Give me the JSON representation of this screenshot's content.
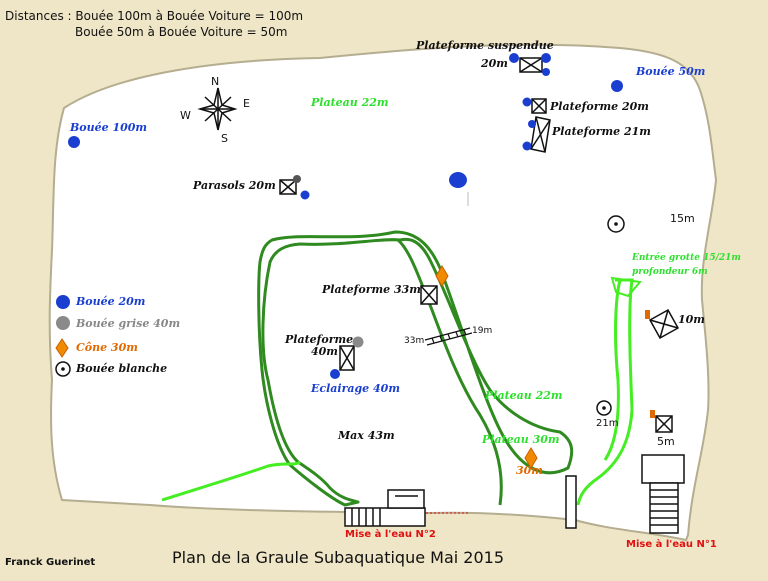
{
  "header": {
    "line1": "Distances : Bouée 100m à Bouée Voiture = 100m",
    "line2": "Bouée 50m à Bouée Voiture = 50m"
  },
  "compass": {
    "n": "N",
    "s": "S",
    "e": "E",
    "w": "W"
  },
  "labels": {
    "plateforme_suspendue": "Plateforme suspendue",
    "plateforme_suspendue_depth": "20m",
    "bouee_50m": "Bouée 50m",
    "plateau_22m_top": "Plateau 22m",
    "bouee_100m": "Bouée 100m",
    "plateforme_20m": "Plateforme 20m",
    "plateforme_21m": "Plateforme 21m",
    "parasols_20m": "Parasols 20m",
    "depth_15m": "15m",
    "entree_grotte_1": "Entrée grotte 15/21m",
    "entree_grotte_2": "profondeur 6m",
    "plateforme_33m": "Plateforme 33m",
    "depth_33m": "33m",
    "depth_19m": "19m",
    "depth_10m": "10m",
    "plateforme_40m_1": "Plateforme",
    "plateforme_40m_2": "40m",
    "eclairage_40m": "Eclairage 40m",
    "plateau_22m_mid": "Plateau 22m",
    "depth_21m": "21m",
    "depth_5m": "5m",
    "max_43m": "Max 43m",
    "plateau_30m": "Plateau 30m",
    "cone_30m": "30m",
    "mise_eau_2": "Mise à l'eau N°2",
    "mise_eau_1": "Mise à l'eau N°1"
  },
  "legend": {
    "bouee_20m": "Bouée 20m",
    "bouee_grise": "Bouée grise 40m",
    "cone": "Cône 30m",
    "bouee_blanche": "Bouée blanche"
  },
  "footer": {
    "author": "Franck Guerinet",
    "title": "Plan de la Graule Subaquatique Mai 2015"
  },
  "colors": {
    "background": "#efe6c7",
    "water": "#ffffff",
    "buoy_blue": "#1a3fd0",
    "path_green": "#2a8a1a",
    "light_green": "#44ee22",
    "cone_orange": "#f08a00",
    "buoy_grey": "#8a8a8a",
    "red_text": "#e01010"
  }
}
